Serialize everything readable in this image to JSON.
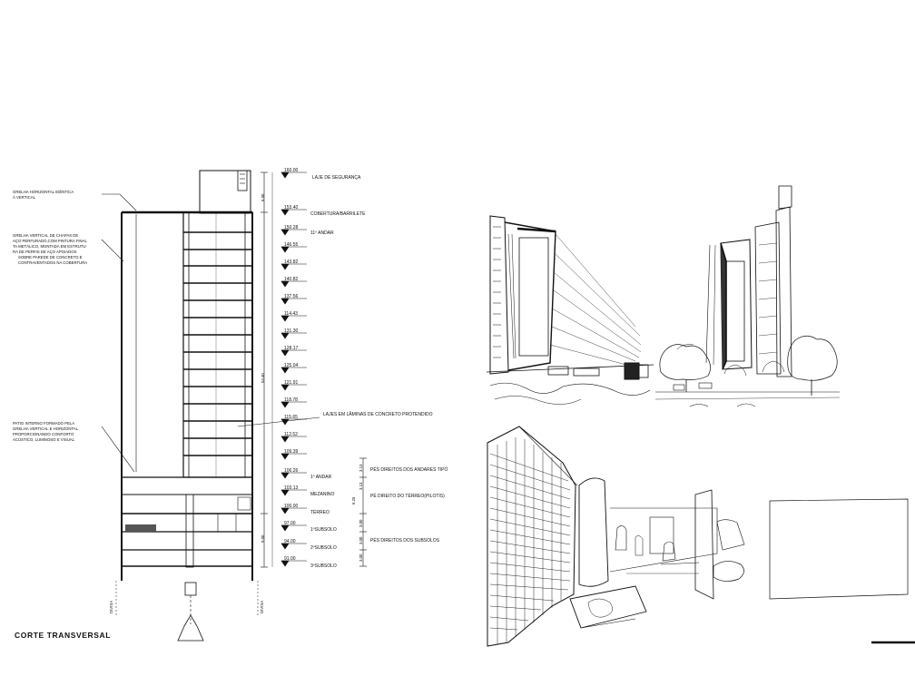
{
  "section": {
    "title": "CORTE TRANSVERSAL",
    "annotations": [
      "GRELHA HORIZONTAL IDÊNTICA",
      "À VERTICAL",
      "GRELHA VERTICAL DE CHAPAS DE",
      "AÇO PERFURADO,COM PINTURA FINAL",
      "TA METÁLICO, MONTADA EM ESTRUTU-",
      "RA DE PERFIS DE AÇO APOIADOS",
      "SOBRE PAREDE DE CONCRETO E",
      "CONTRAVENTADOS NA COBERTURA",
      "PATIO INTERNO FORMADO PELA",
      "GRELHA VERTICAL E HORIZONTAL",
      "PROPORCIONANDO CONFORTO",
      "ACÚSTICO, LUMINOSO E VISUAL"
    ],
    "levels": [
      {
        "value": "160.00",
        "label": "LAJE DE SEGURANÇA"
      },
      {
        "value": "153.40",
        "label": "COBERTURA/BARRILETE"
      },
      {
        "value": "150.28",
        "label": "11º ANDAR"
      },
      {
        "value": "146.55",
        "label": ""
      },
      {
        "value": "143.82",
        "label": ""
      },
      {
        "value": "140.82",
        "label": ""
      },
      {
        "value": "137.56",
        "label": ""
      },
      {
        "value": "114.43",
        "label": ""
      },
      {
        "value": "131.30",
        "label": ""
      },
      {
        "value": "128.17",
        "label": ""
      },
      {
        "value": "125.04",
        "label": ""
      },
      {
        "value": "121.91",
        "label": ""
      },
      {
        "value": "118.78",
        "label": ""
      },
      {
        "value": "115.65",
        "label": ""
      },
      {
        "value": "112.52",
        "label": ""
      },
      {
        "value": "109.39",
        "label": ""
      },
      {
        "value": "106.26",
        "label": "1º ANDAR"
      },
      {
        "value": "103.13",
        "label": "MEZANINO"
      },
      {
        "value": "100.00",
        "label": "TÉRREO"
      },
      {
        "value": "97.00",
        "label": "1ºSUBSOLO"
      },
      {
        "value": "94.00",
        "label": "2ºSUBSOLO"
      },
      {
        "value": "91.00",
        "label": "3ºSUBSOLO"
      }
    ],
    "notes": [
      "LAJES EM LÂMINAS DE CONCRETO PROTENDIDO",
      "PÉS DIREITOS DOS ANDARES TIPO",
      "PÉ DIREITO DO TÉRREO(PILOTIS)",
      "PÉS DIREITOS DOS SUBSOLOS"
    ],
    "dimensions": {
      "top": "6.60",
      "total": "53.40",
      "below": "9.00",
      "d1": "3.13",
      "d2": "3.13",
      "d3": "6.26",
      "d4": "3.00",
      "d5": "3.00",
      "d6": "3.00"
    },
    "divisa_left": "DIVISA",
    "divisa_right": "DIVISA"
  },
  "sketches": {
    "street_view_left": "perspective sketch looking up along facade",
    "street_view_right": "perspective sketch of towers with trees",
    "interior_view": "interior perspective sketch of lobby"
  }
}
